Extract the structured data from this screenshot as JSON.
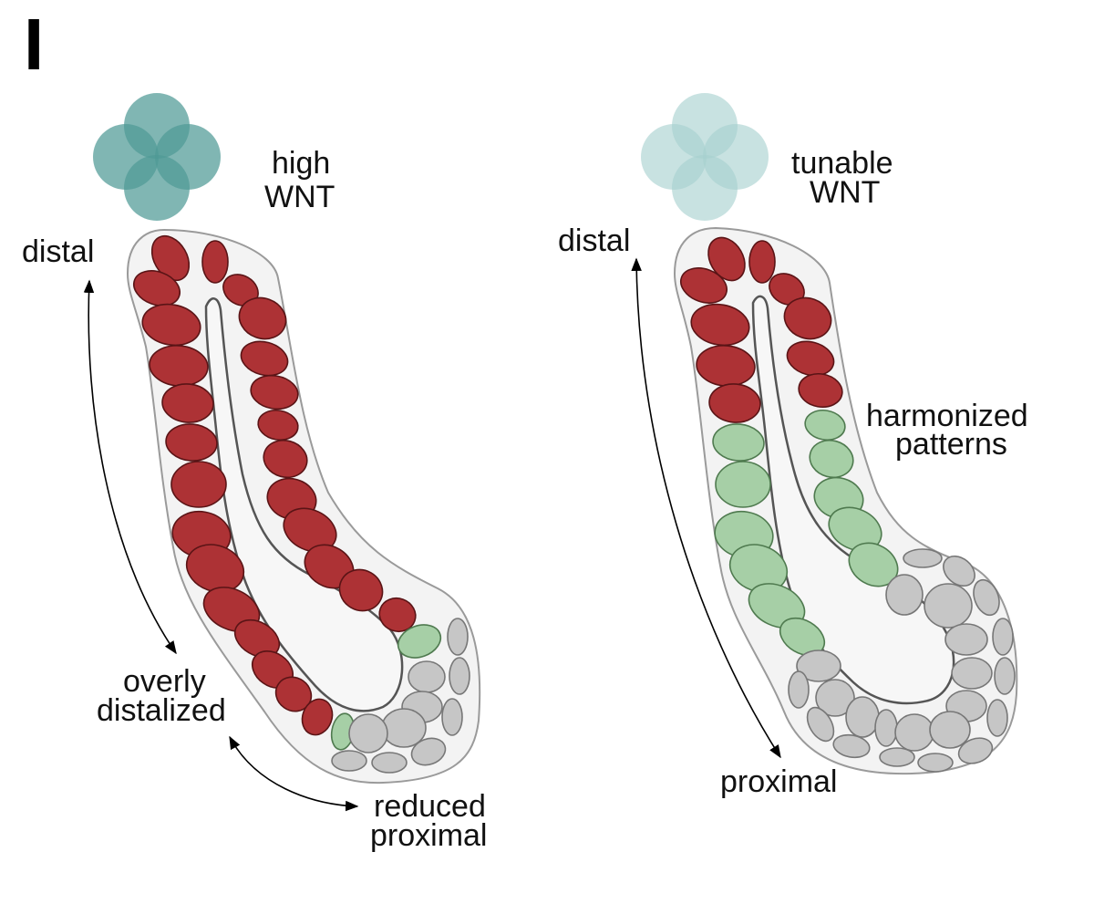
{
  "panel_label": "I",
  "colors": {
    "distal_cell": "#ad3235",
    "distal_stroke": "#5a1416",
    "mid_cell": "#a6cfa6",
    "mid_stroke": "#4f7a4f",
    "proximal_cell": "#c6c6c6",
    "proximal_stroke": "#777777",
    "wnt_high": "#4f9a95",
    "wnt_tunable": "#a6d0ce"
  },
  "left": {
    "wnt_line1": "high",
    "wnt_line2": "WNT",
    "distal": "distal",
    "result1_line1": "overly",
    "result1_line2": "distalized",
    "result2_line1": "reduced",
    "result2_line2": "proximal"
  },
  "right": {
    "wnt_line1": "tunable",
    "wnt_line2": "WNT",
    "distal": "distal",
    "harmonized_line1": "harmonized",
    "harmonized_line2": "patterns",
    "proximal": "proximal"
  }
}
